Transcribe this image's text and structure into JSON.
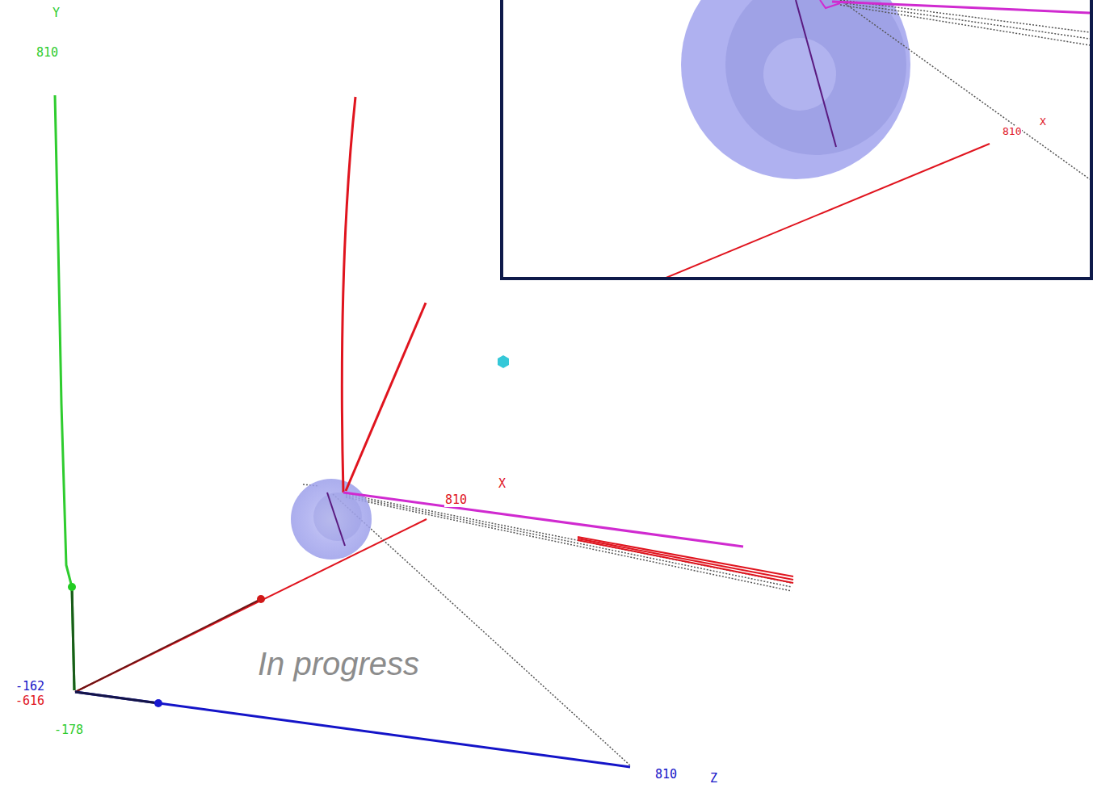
{
  "diagram": {
    "labels": [
      "Y",
      "810",
      "810",
      "X",
      "X",
      "810",
      "In progress",
      "-162",
      "-616",
      "-178",
      "810",
      "Z"
    ]
  }
}
